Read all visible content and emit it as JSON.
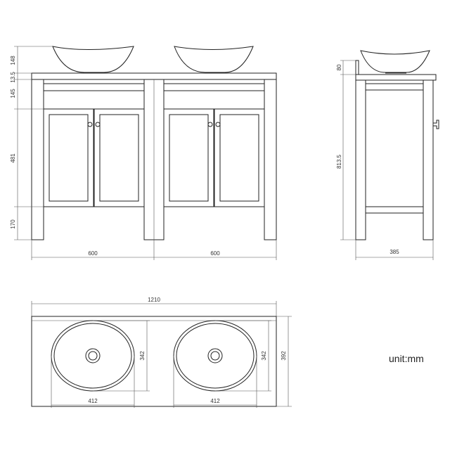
{
  "front_view": {
    "height_dims": [
      "148",
      "13.5",
      "145",
      "481",
      "170"
    ],
    "width_left": "600",
    "width_right": "600"
  },
  "side_view": {
    "basin_height": "80",
    "total_height": "813.5",
    "depth": "385"
  },
  "top_view": {
    "total_width": "1210",
    "total_depth": "392",
    "left_basin_width": "412",
    "left_basin_depth": "342",
    "right_basin_width": "412",
    "right_basin_depth": "342"
  },
  "unit_label": "unit:mm"
}
